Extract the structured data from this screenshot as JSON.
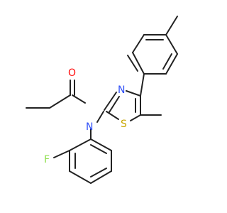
{
  "colors": {
    "bond": "#222222",
    "O": "#ff0d0d",
    "N": "#3050f8",
    "S": "#c8a600",
    "F": "#90e050",
    "background": "#ffffff"
  },
  "atom_labels": {
    "oxygen": "O",
    "amide_nitrogen": "N",
    "ring_nitrogen": "N",
    "sulfur": "S",
    "fluorine": "F"
  }
}
